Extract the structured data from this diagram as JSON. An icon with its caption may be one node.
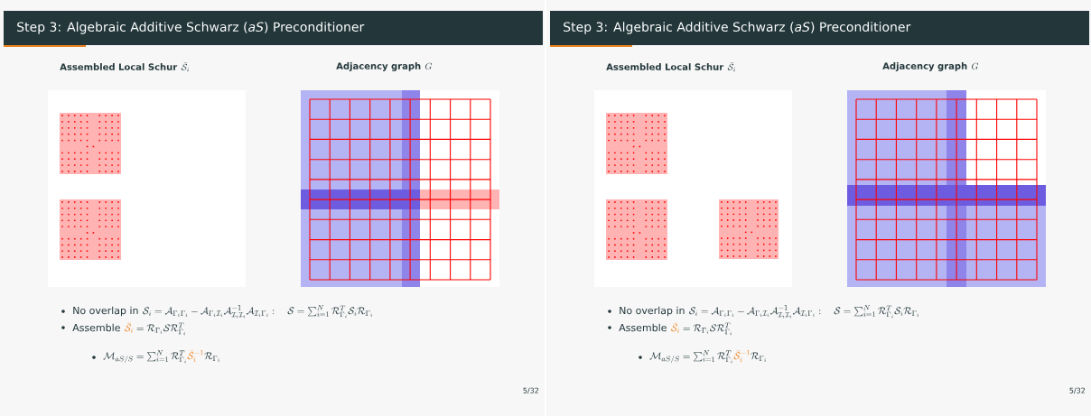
{
  "diagram": {
    "labels": [
      "Step 3: Algebraic Additive Schwarz (*aS*) Preconditioner",
      "Assembled Local Schur",
      "\\bar{\\mathcal{S}}_i",
      "Adjacency graph",
      "G",
      "No overlap in",
      "\\mathcal{S}_i = \\mathcal{A}_{\\Gamma_i\\Gamma_i} - \\mathcal{A}_{\\Gamma_i\\mathcal{I}_i}\\mathcal{A}^{-1}_{\\mathcal{I}_i\\mathcal{I}_i}\\mathcal{A}_{\\mathcal{I}_i\\Gamma_i} :\\quad \\mathcal{S} = \\sum_{i=1}^{N} \\mathcal{R}^T_{\\Gamma_i}\\mathcal{S}_i\\mathcal{R}_{\\Gamma_i}",
      "Assemble",
      "{\\color[HTML]{EB811B}\\bar{\\mathcal{S}}_i} = \\mathcal{R}_{\\Gamma_i}\\mathcal{S}\\mathcal{R}^T_{\\Gamma_i}",
      "\\mathcal{M}_{aS/S} = \\sum_{i=1}^{N} \\mathcal{R}^T_{\\Gamma_i}{\\color[HTML]{EB811B}\\bar{\\mathcal{S}}_i^{-1}}\\mathcal{R}_{\\Gamma_i}",
      "5/32",
      "Step 3: Algebraic Additive Schwarz (*aS*) Preconditioner",
      "Assembled Local Schur",
      "\\bar{\\mathcal{S}}_i",
      "Adjacency graph",
      "G",
      "No overlap in",
      "\\mathcal{S}_i = \\mathcal{A}_{\\Gamma_i\\Gamma_i} - \\mathcal{A}_{\\Gamma_i\\mathcal{I}_i}\\mathcal{A}^{-1}_{\\mathcal{I}_i\\mathcal{I}_i}\\mathcal{A}_{\\mathcal{I}_i\\Gamma_i} :\\quad \\mathcal{S} = \\sum_{i=1}^{N} \\mathcal{R}^T_{\\Gamma_i}\\mathcal{S}_i\\mathcal{R}_{\\Gamma_i}",
      "Assemble",
      "{\\color[HTML]{EB811B}\\bar{\\mathcal{S}}_i} = \\mathcal{R}_{\\Gamma_i}\\mathcal{S}\\mathcal{R}^T_{\\Gamma_i}",
      "\\mathcal{M}_{aS/S} = \\sum_{i=1}^{N} \\mathcal{R}^T_{\\Gamma_i}{\\color[HTML]{EB811B}\\bar{\\mathcal{S}}_i^{-1}}\\mathcal{R}_{\\Gamma_i}",
      "5/32"
    ]
  }
}
